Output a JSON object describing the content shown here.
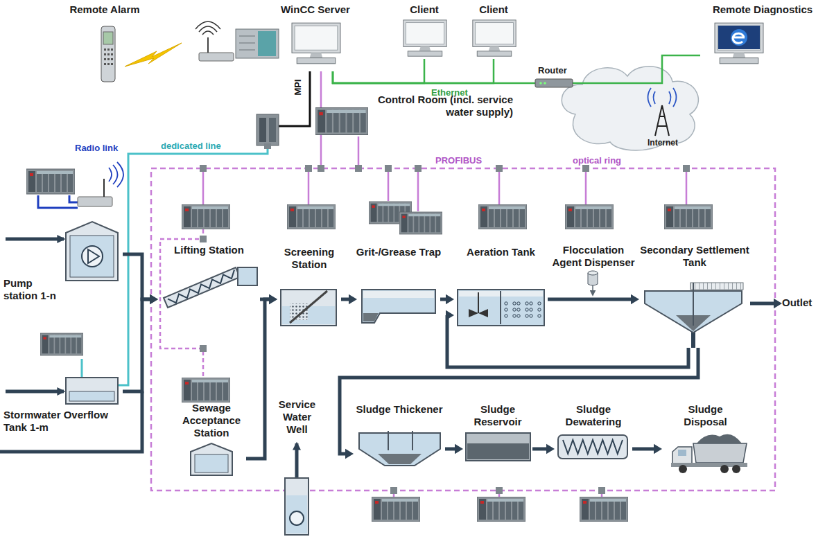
{
  "diagram": {
    "nodes": [
      {
        "text": [
          "Remote Alarm"
        ]
      },
      {
        "text": [
          "WinCC Server"
        ]
      },
      {
        "text": [
          "Client"
        ]
      },
      {
        "text": [
          "Client"
        ]
      },
      {
        "text": [
          "Remote Diagnostics"
        ]
      },
      {
        "text": [
          "Control Room (incl. service water supply)"
        ]
      },
      {
        "text": [
          "Lifting Station"
        ]
      },
      {
        "text": [
          "Screening Station"
        ]
      },
      {
        "text": [
          "Grit-/Grease Trap"
        ]
      },
      {
        "text": [
          "Aeration Tank"
        ]
      },
      {
        "text": [
          "Flocculation Agent Dispenser"
        ]
      },
      {
        "text": [
          "Secondary Settlement Tank"
        ]
      },
      {
        "text": [
          "Outlet"
        ]
      },
      {
        "text": [
          "Pump station 1-n"
        ]
      },
      {
        "text": [
          "Stormwater Overflow Tank 1-m"
        ]
      },
      {
        "text": [
          "Sewage Acceptance Station"
        ]
      },
      {
        "text": [
          "Service Water Well"
        ]
      },
      {
        "text": [
          "Sludge Thickener"
        ]
      },
      {
        "text": [
          "Sludge Reservoir"
        ]
      },
      {
        "text": [
          "Sludge Dewatering"
        ]
      },
      {
        "text": [
          "Sludge Disposal"
        ]
      }
    ],
    "edges": [
      {
        "from": 1,
        "to": 2,
        "arrow": "none"
      },
      {
        "from": 1,
        "to": 3,
        "arrow": "none"
      },
      {
        "from": 1,
        "to": 4,
        "arrow": "none"
      },
      {
        "from": 13,
        "to": 6,
        "arrow": "to"
      },
      {
        "from": 14,
        "to": 6,
        "arrow": "to"
      },
      {
        "from": 6,
        "to": 7,
        "arrow": "to"
      },
      {
        "from": 15,
        "to": 7,
        "arrow": "to"
      },
      {
        "from": 7,
        "to": 8,
        "arrow": "to"
      },
      {
        "from": 8,
        "to": 9,
        "arrow": "to"
      },
      {
        "from": 9,
        "to": 11,
        "arrow": "to"
      },
      {
        "from": 11,
        "to": 9,
        "arrow": "to"
      },
      {
        "from": 11,
        "to": 12,
        "arrow": "to"
      },
      {
        "from": 11,
        "to": 17,
        "arrow": "to"
      },
      {
        "from": 17,
        "to": 18,
        "arrow": "to"
      },
      {
        "from": 18,
        "to": 19,
        "arrow": "to"
      },
      {
        "from": 19,
        "to": 20,
        "arrow": "to"
      }
    ],
    "labels": [
      "MPI",
      "Ethernet",
      "Router",
      "Internet",
      "dedicated line",
      "Radio link",
      "PROFIBUS",
      "optical ring"
    ]
  }
}
